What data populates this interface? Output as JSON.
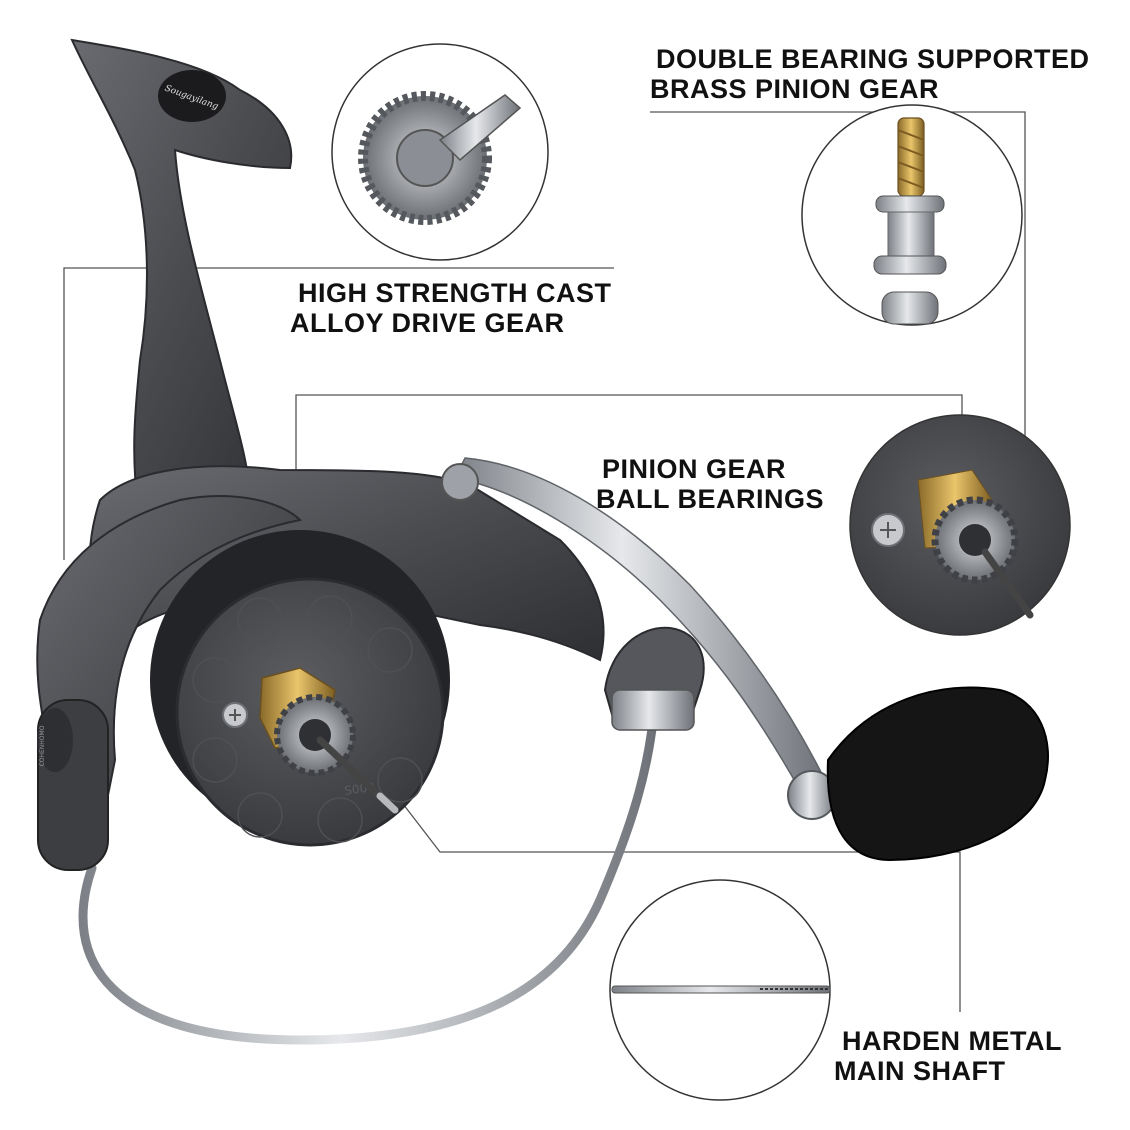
{
  "callouts": {
    "pinion_gear_brass": {
      "line1": "DOUBLE BEARING SUPPORTED",
      "line2": "BRASS PINION GEAR"
    },
    "drive_gear": {
      "line1": "HIGH STRENGTH CAST",
      "line2": "ALLOY DRIVE GEAR"
    },
    "pinion_bearings": {
      "line1": "PINION GEAR",
      "line2": "BALL BEARINGS"
    },
    "main_shaft": {
      "line1": "HARDEN METAL",
      "line2": "MAIN SHAFT"
    }
  },
  "product": {
    "logo_text": "Sougayilang",
    "spool_marking": "S000",
    "side_cap_marking": "COHENHOMO"
  },
  "colors": {
    "body": "#4a4b4f",
    "body_dark": "#2f3033",
    "chrome": "#b8bcc2",
    "brass": "#c9a24a",
    "knob": "#151515",
    "leader_line": "#555555"
  }
}
